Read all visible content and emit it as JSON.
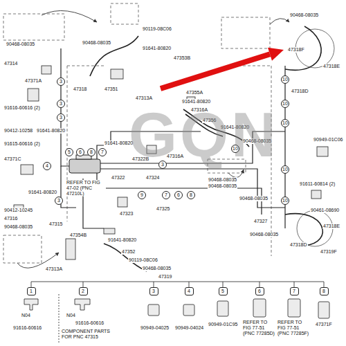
{
  "diagram": {
    "nodes": [
      {
        "text": [
          "3"
        ]
      },
      {
        "text": [
          "3"
        ]
      },
      {
        "text": [
          "10"
        ]
      },
      {
        "text": [
          "10"
        ]
      },
      {
        "text": [
          "3"
        ]
      },
      {
        "text": [
          "10"
        ]
      },
      {
        "text": [
          "10"
        ]
      },
      {
        "text": [
          "5"
        ]
      },
      {
        "text": [
          "6"
        ]
      },
      {
        "text": [
          "8"
        ]
      },
      {
        "text": [
          "7"
        ]
      },
      {
        "text": [
          "3"
        ]
      },
      {
        "text": [
          "4"
        ]
      },
      {
        "text": [
          "10"
        ]
      },
      {
        "text": [
          "9"
        ]
      },
      {
        "text": [
          "7"
        ]
      },
      {
        "text": [
          "6"
        ]
      },
      {
        "text": [
          "8"
        ]
      },
      {
        "text": [
          "3"
        ]
      },
      {
        "text": [
          "10"
        ]
      },
      {
        "text": [
          "1"
        ]
      },
      {
        "text": [
          "2"
        ]
      },
      {
        "text": [
          "3"
        ]
      },
      {
        "text": [
          "4"
        ]
      },
      {
        "text": [
          "5"
        ]
      },
      {
        "text": [
          "6"
        ]
      },
      {
        "text": [
          "7"
        ]
      },
      {
        "text": [
          "8"
        ]
      }
    ],
    "labels": [
      "90468-08035",
      "47314",
      "47371A",
      "91616-60616 (2)",
      "90412-10258",
      "91641-80820",
      "91615-60616 (2)",
      "47371C",
      "91641-80820",
      "90412-10245",
      "47316",
      "90468-08035",
      "47315",
      "90468-08035",
      "90119-08C06",
      "91641-80820",
      "47353B",
      "47318",
      "47351",
      "47313A",
      "47355A",
      "91641-80820",
      "47316A",
      "47356",
      "91641-80820",
      "90468-08035",
      "91641-80820",
      "47316A",
      "47322B",
      "47322",
      "47324",
      "90468-08035",
      "90468-08035",
      "90468-08035",
      "REFER TO FIG 47-02 (PNC 47210L)",
      "47323",
      "47325",
      "47354B",
      "91641-80820",
      "47352",
      "90119-08C06",
      "47313A",
      "90468-08035",
      "47319",
      "90468-08035",
      "47318F",
      "47318E",
      "47318D",
      "90949-01C06",
      "91611-60814 (2)",
      "90461-08690",
      "47318E",
      "47327",
      "90468-08035",
      "47318D",
      "47319F",
      "N04",
      "91616-60616",
      "N04",
      "91616-60616",
      "COMPONENT PARTS FOR PNC 47315",
      "90949-04025",
      "90949-04024",
      "90949-01C95",
      "REFER TO FIG 77-51 (PNC 77285D)",
      "REFER TO FIG 77-51 (PNC 77285F)",
      "47371F",
      "GQN"
    ]
  }
}
